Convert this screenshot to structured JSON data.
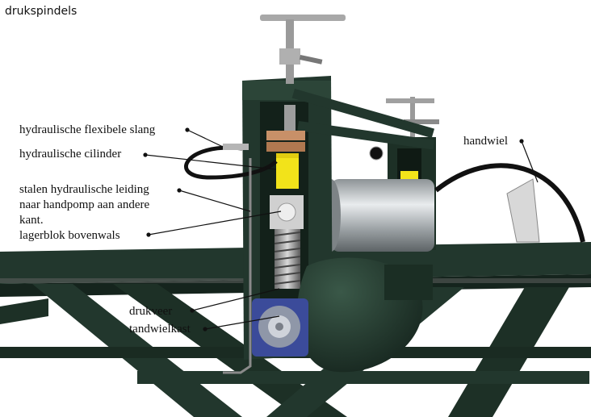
{
  "title": "drukspindels",
  "labels": {
    "hydraulic_hose": "hydraulische flexibele slang",
    "hydraulic_cylinder": "hydraulische cilinder",
    "steel_line_1": "stalen hydraulische leiding",
    "steel_line_2": "naar handpomp aan andere",
    "steel_line_3": "kant.",
    "bearing_block": "lagerblok bovenwals",
    "handwheel": "handwiel",
    "spring": "drukveer",
    "gearbox": "tandwielkast"
  },
  "colors": {
    "frame": "#22372d",
    "frame_dark": "#15241d",
    "roller": "#b9bfc2",
    "cylinder": "#f2e31a",
    "hub": "#3b4b9a",
    "leader": "#111111"
  }
}
